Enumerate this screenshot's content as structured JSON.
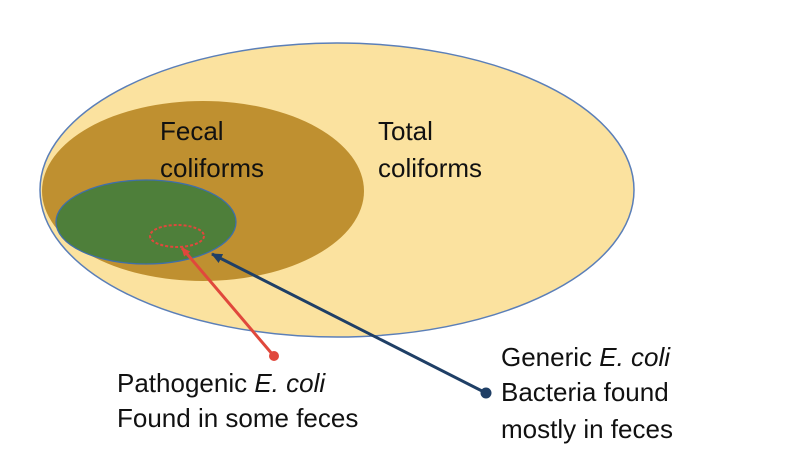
{
  "regions": {
    "total": {
      "label_line1": "Total",
      "label_line2": "coliforms"
    },
    "fecal": {
      "label_line1": "Fecal",
      "label_line2": "coliforms"
    }
  },
  "annotations": {
    "pathogenic": {
      "line1_prefix": "Pathogenic ",
      "line1_italic": "E. coli",
      "line2": "Found in some feces"
    },
    "generic": {
      "line1_prefix": "Generic ",
      "line1_italic": "E. coli",
      "line2": "Bacteria found",
      "line3": "mostly in feces"
    }
  },
  "colors": {
    "total_fill": "#FBE29F",
    "total_stroke": "#5B7FB8",
    "fecal_fill": "#BF9030",
    "generic_fill": "#4E7F3A",
    "generic_stroke": "#3F6FA8",
    "pathogenic_stroke": "#E0483C",
    "pathogenic_arrow": "#E0483C",
    "generic_arrow": "#1F3F66"
  }
}
